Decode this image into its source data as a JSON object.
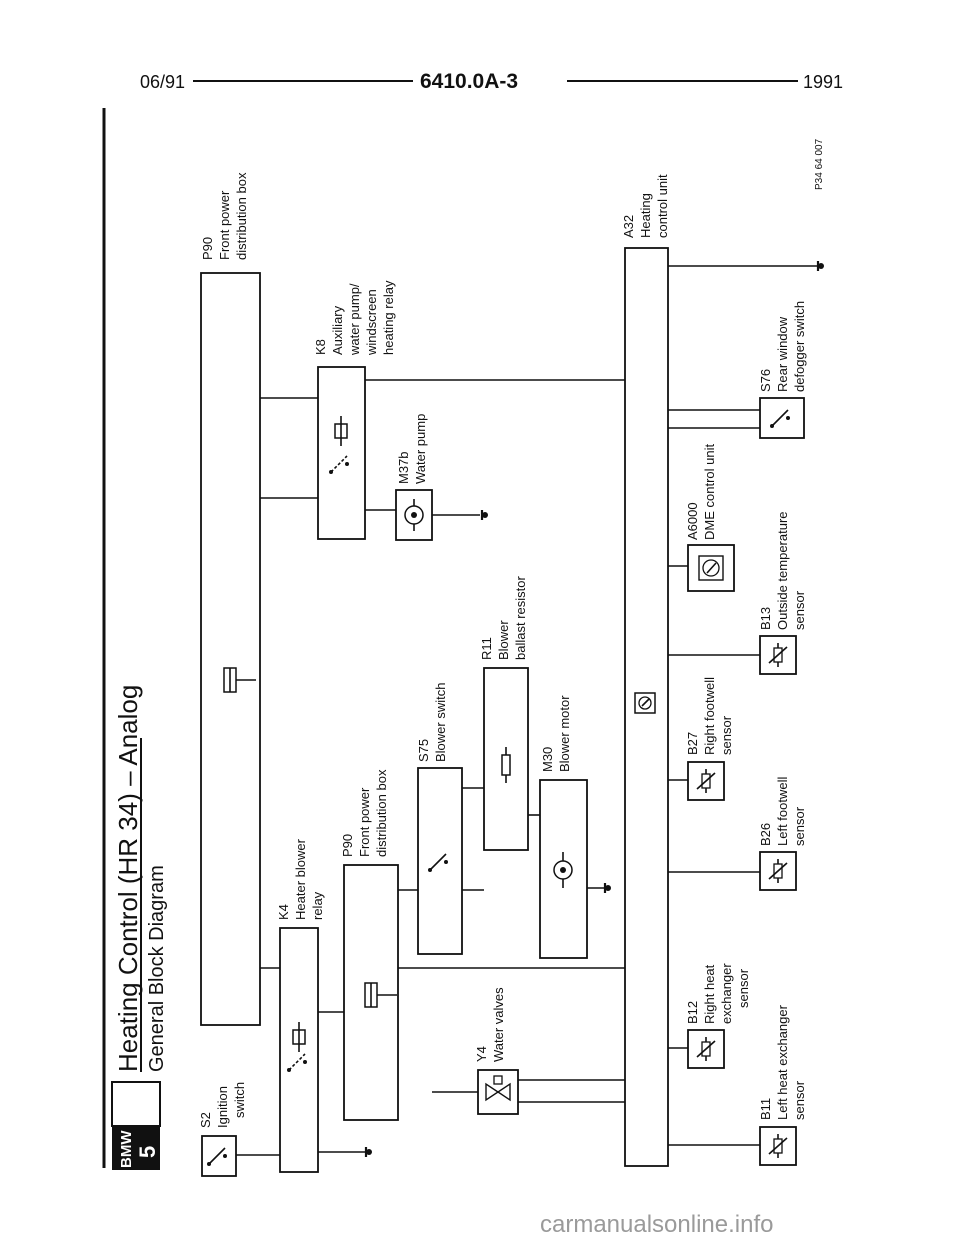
{
  "header": {
    "date": "06/91",
    "doc_number": "6410.0A-3",
    "year": "1991"
  },
  "brand": {
    "line1": "BMW",
    "line2": "5"
  },
  "titles": {
    "main": "Heating Control (HR 34) – Analog",
    "sub": "General Block Diagram"
  },
  "figure_code": "P34 64 007",
  "watermark": "carmanualsonline.info",
  "components": {
    "p90_top": {
      "id": "P90",
      "lines": [
        "Front power",
        "distribution box"
      ]
    },
    "k8": {
      "id": "K8",
      "lines": [
        "Auxiliary",
        "water pump/",
        "windscreen",
        "heating relay"
      ]
    },
    "m37b": {
      "id": "M37b",
      "lines": [
        "Water pump"
      ]
    },
    "a32": {
      "id": "A32",
      "lines": [
        "Heating",
        "control unit"
      ]
    },
    "s76": {
      "id": "S76",
      "lines": [
        "Rear window",
        "defogger switch"
      ]
    },
    "a6000": {
      "id": "A6000",
      "lines": [
        "DME control unit"
      ]
    },
    "b13": {
      "id": "B13",
      "lines": [
        "Outside temperature",
        "sensor"
      ]
    },
    "r11": {
      "id": "R11",
      "lines": [
        "Blower",
        "ballast resistor"
      ]
    },
    "s75": {
      "id": "S75",
      "lines": [
        "Blower switch"
      ]
    },
    "m30": {
      "id": "M30",
      "lines": [
        "Blower motor"
      ]
    },
    "b27": {
      "id": "B27",
      "lines": [
        "Right footwell",
        "sensor"
      ]
    },
    "b26": {
      "id": "B26",
      "lines": [
        "Left footwell",
        "sensor"
      ]
    },
    "p90_mid": {
      "id": "P90",
      "lines": [
        "Front power",
        "distribution box"
      ]
    },
    "k4": {
      "id": "K4",
      "lines": [
        "Heater blower",
        "relay"
      ]
    },
    "y4": {
      "id": "Y4",
      "lines": [
        "Water valves"
      ]
    },
    "b12": {
      "id": "B12",
      "lines": [
        "Right heat",
        "exchanger",
        "sensor"
      ]
    },
    "b11": {
      "id": "B11",
      "lines": [
        "Left heat exchanger",
        "sensor"
      ]
    },
    "s2": {
      "id": "S2",
      "lines": [
        "Ignition",
        "switch"
      ]
    }
  }
}
